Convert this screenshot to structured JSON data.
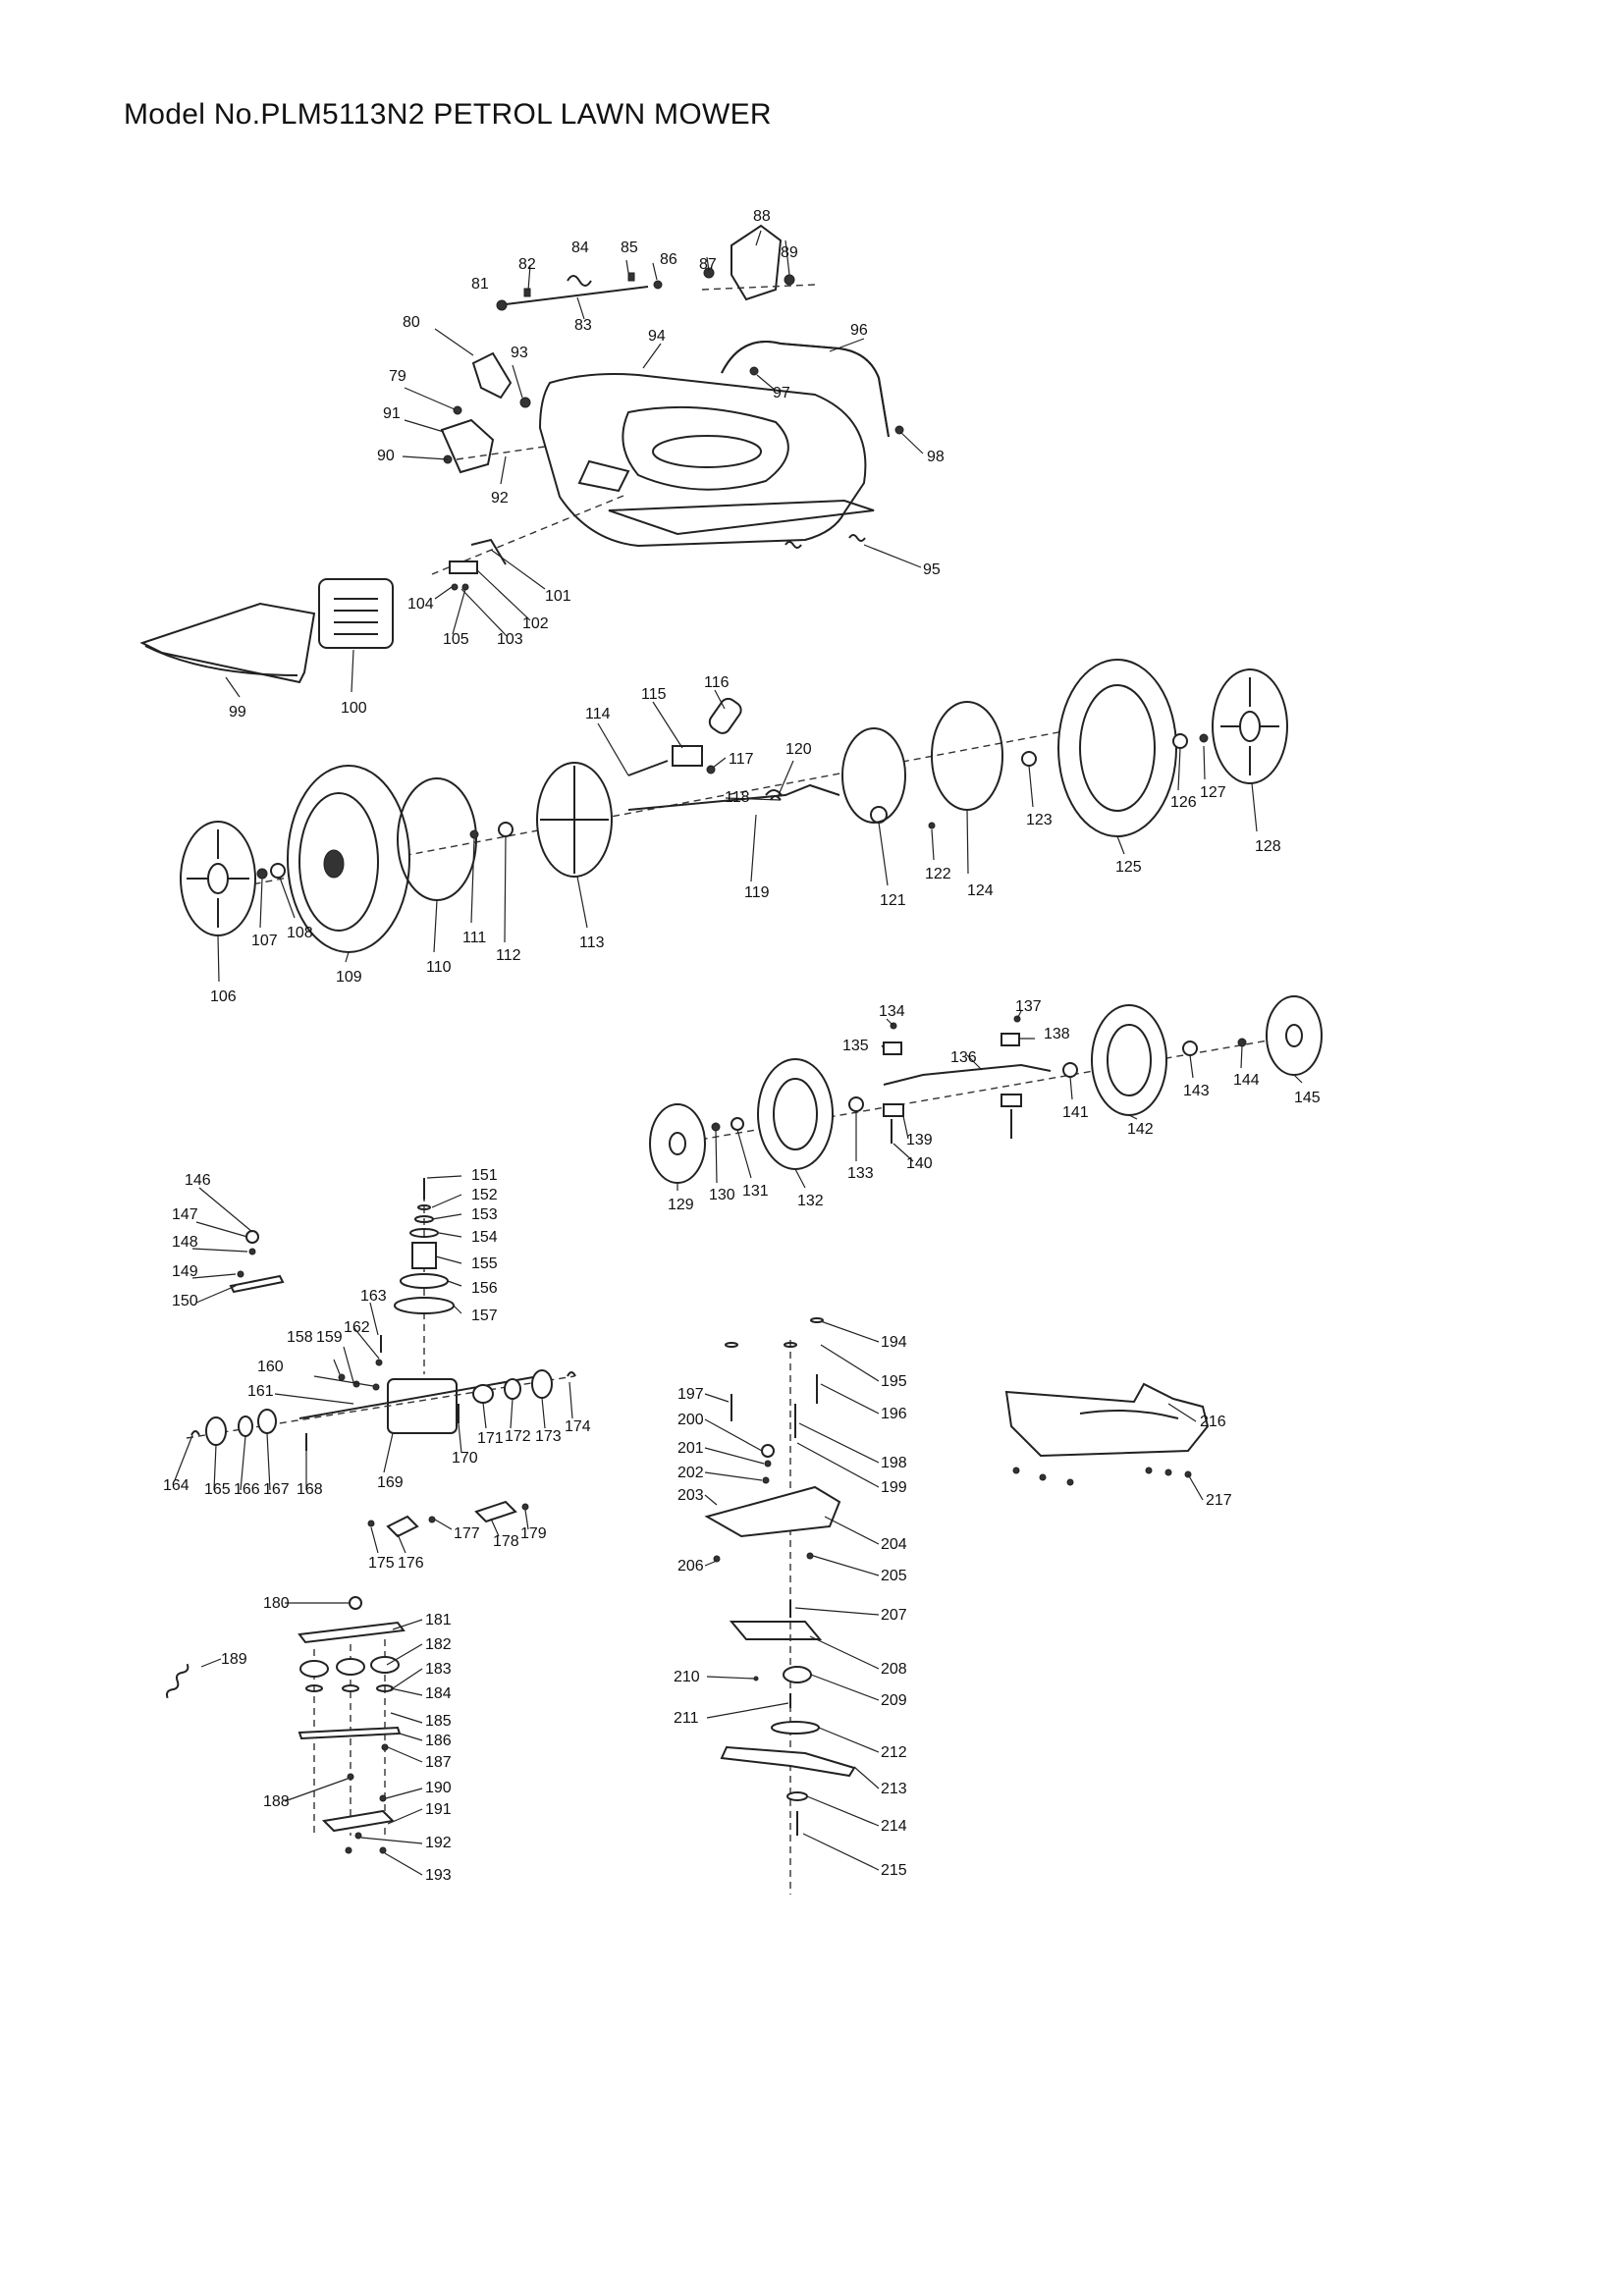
{
  "title": "Model No.PLM5113N2 PETROL LAWN MOWER",
  "labels": [
    "81",
    "82",
    "83",
    "84",
    "85",
    "86",
    "87",
    "88",
    "89",
    "80",
    "93",
    "94",
    "96",
    "97",
    "79",
    "91",
    "90",
    "92",
    "98",
    "95",
    "101",
    "102",
    "103",
    "104",
    "105",
    "99",
    "100",
    "114",
    "115",
    "116",
    "117",
    "118",
    "119",
    "120",
    "121",
    "122",
    "123",
    "124",
    "125",
    "126",
    "127",
    "128",
    "106",
    "107",
    "108",
    "109",
    "110",
    "111",
    "112",
    "113",
    "134",
    "135",
    "136",
    "137",
    "138",
    "139",
    "140",
    "141",
    "142",
    "143",
    "144",
    "145",
    "129",
    "130",
    "131",
    "132",
    "133",
    "146",
    "147",
    "148",
    "149",
    "150",
    "151",
    "152",
    "153",
    "154",
    "155",
    "156",
    "157",
    "158",
    "159",
    "160",
    "161",
    "162",
    "163",
    "164",
    "165",
    "166",
    "167",
    "168",
    "169",
    "170",
    "171",
    "172",
    "173",
    "174",
    "175",
    "176",
    "177",
    "178",
    "179",
    "180",
    "181",
    "182",
    "183",
    "184",
    "185",
    "186",
    "187",
    "188",
    "189",
    "190",
    "191",
    "192",
    "193",
    "194",
    "195",
    "196",
    "197",
    "198",
    "199",
    "200",
    "201",
    "202",
    "203",
    "204",
    "205",
    "206",
    "207",
    "208",
    "209",
    "210",
    "211",
    "212",
    "213",
    "214",
    "215",
    "216",
    "217"
  ]
}
